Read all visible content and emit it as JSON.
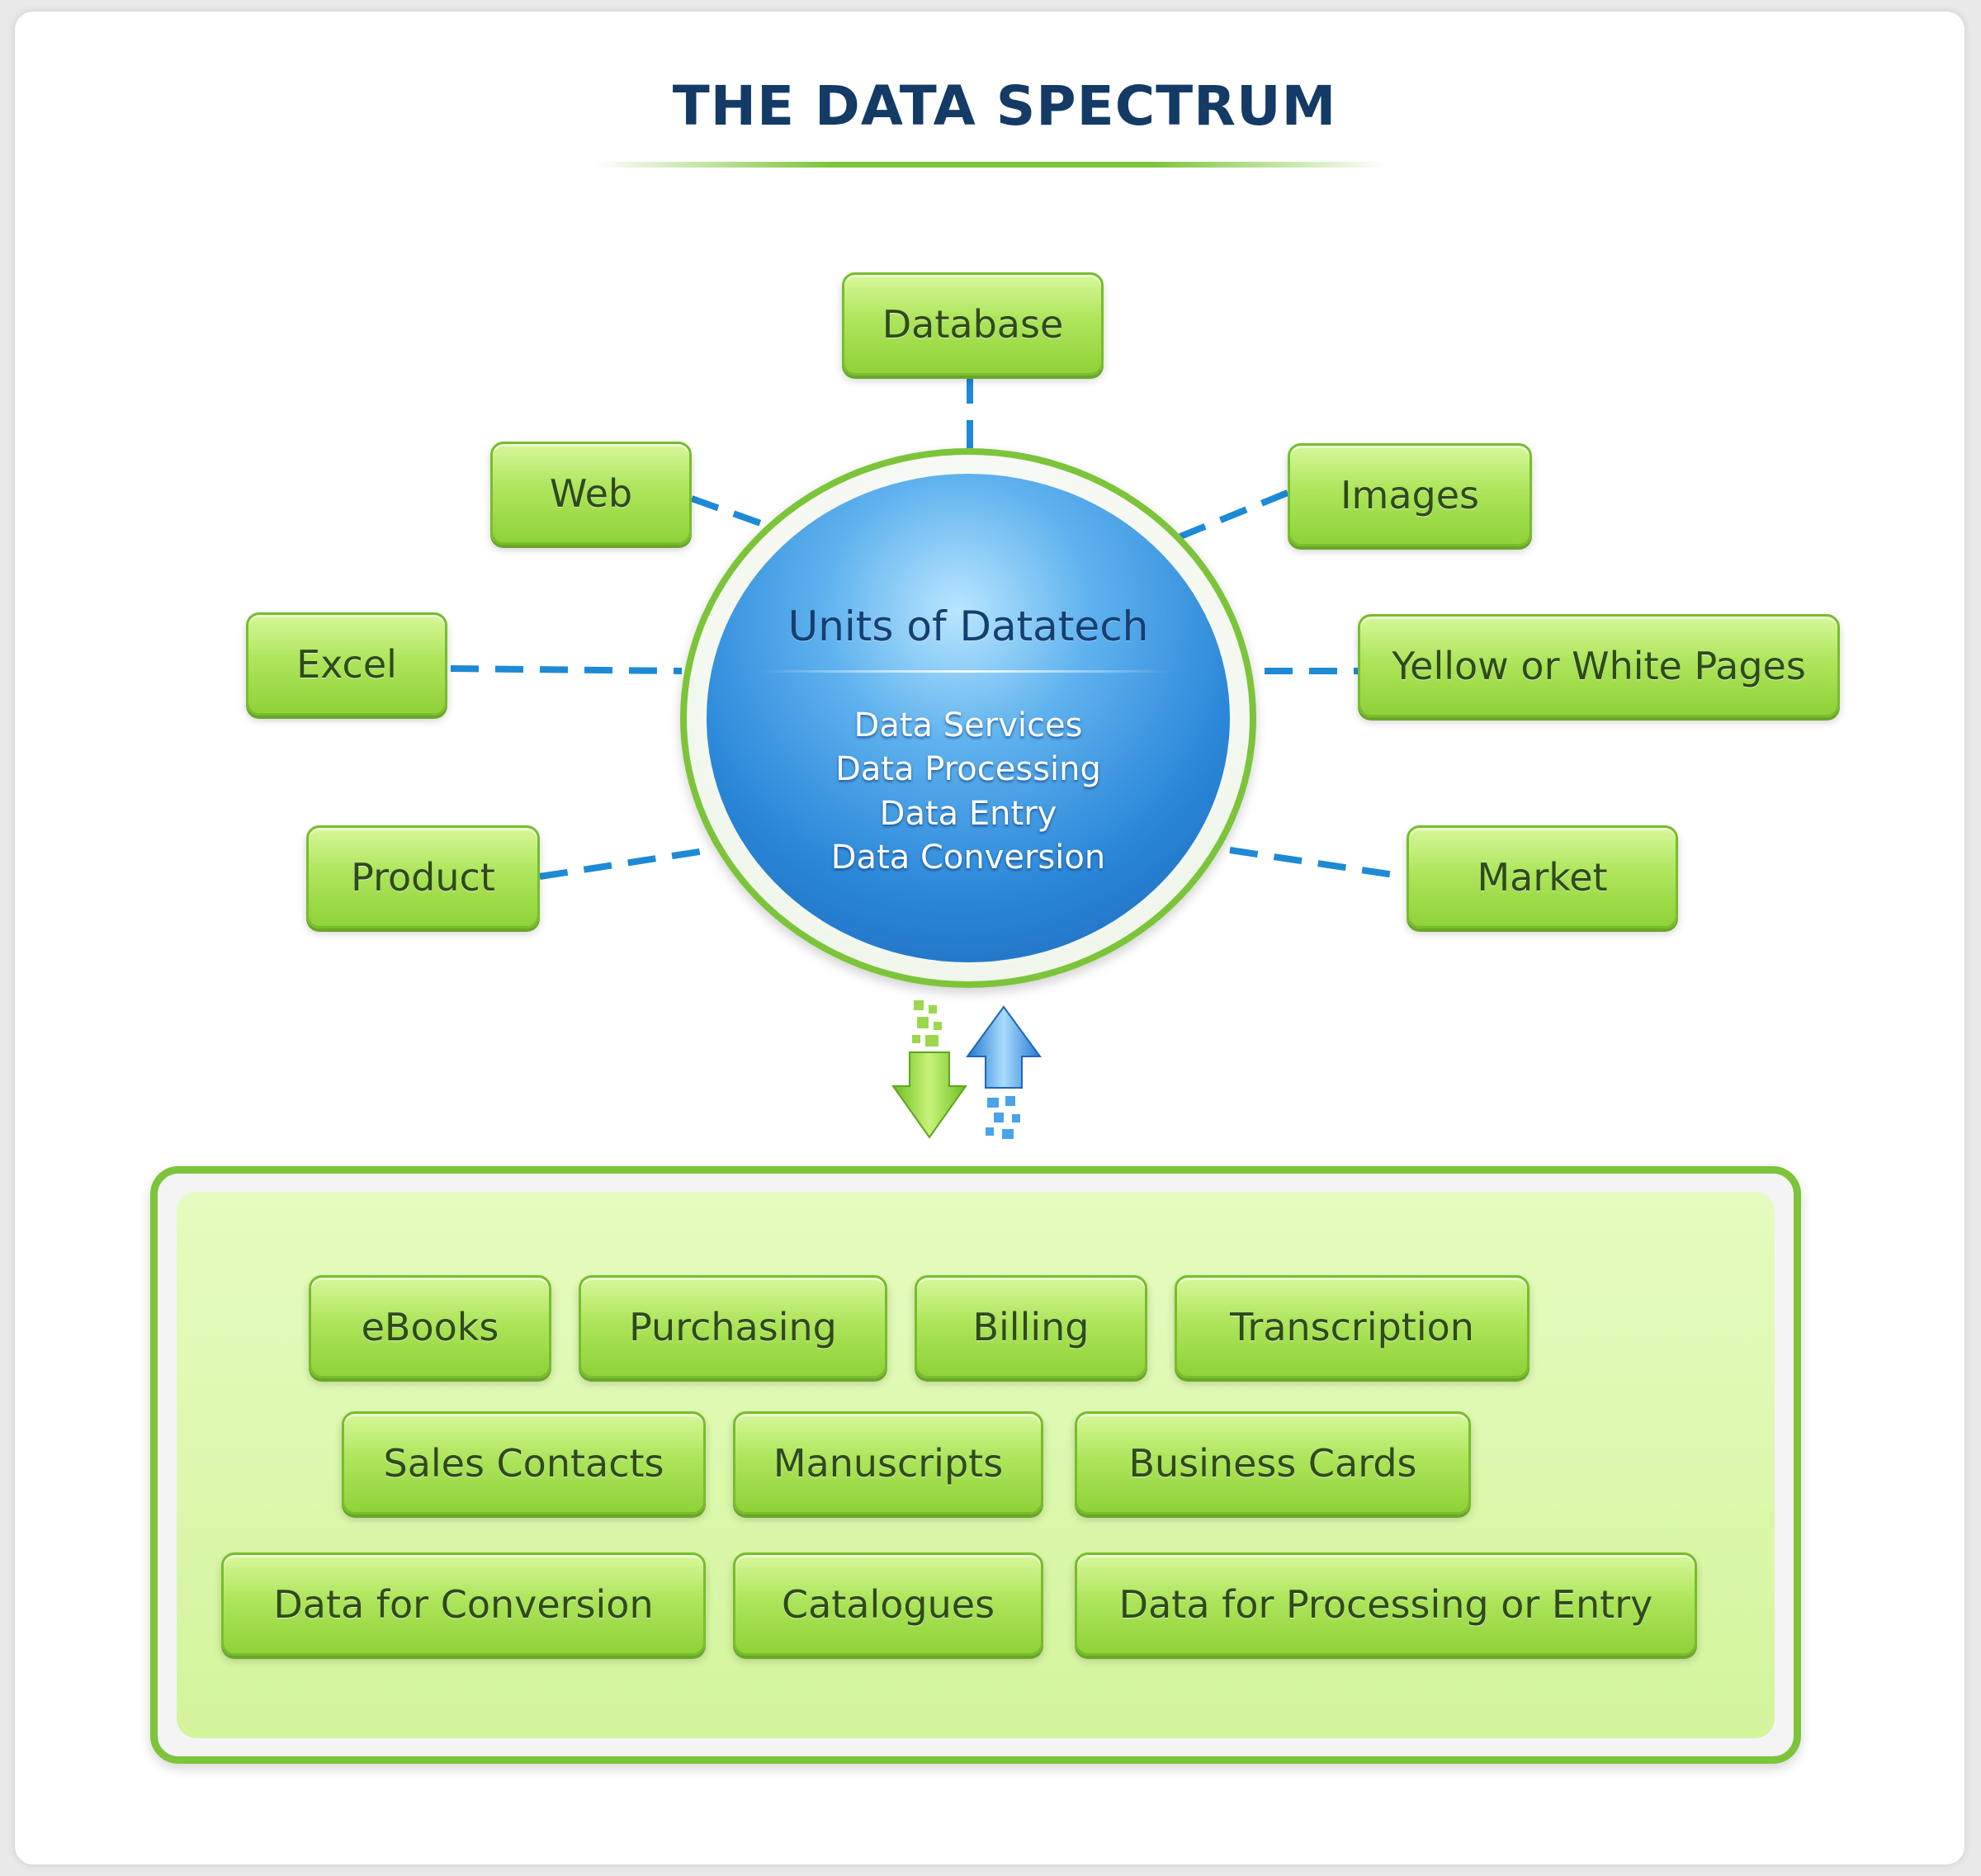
{
  "title": "THE DATA SPECTRUM",
  "hub": {
    "title": "Units of Datatech",
    "lines": [
      "Data Services",
      "Data Processing",
      "Data Entry",
      "Data Conversion"
    ]
  },
  "sources": {
    "database": "Database",
    "web": "Web",
    "images": "Images",
    "excel": "Excel",
    "yellow_white_pages": "Yellow or White Pages",
    "product": "Product",
    "market": "Market"
  },
  "outputs": {
    "row1": [
      "eBooks",
      "Purchasing",
      "Billing",
      "Transcription"
    ],
    "row2": [
      "Sales Contacts",
      "Manuscripts",
      "Business Cards"
    ],
    "row3": [
      "Data for Conversion",
      "Catalogues",
      "Data for Processing or Entry"
    ]
  },
  "colors": {
    "title": "#143a66",
    "pill_green": "#aee55c",
    "pill_border": "#78bd2c",
    "hub_blue": "#2a86d8",
    "connector_blue": "#1e8ad6",
    "arrow_down_green": "#8bd236",
    "arrow_up_blue": "#3d9be6"
  },
  "icons": {
    "down_arrow": "down-arrow-icon",
    "up_arrow": "up-arrow-icon"
  }
}
